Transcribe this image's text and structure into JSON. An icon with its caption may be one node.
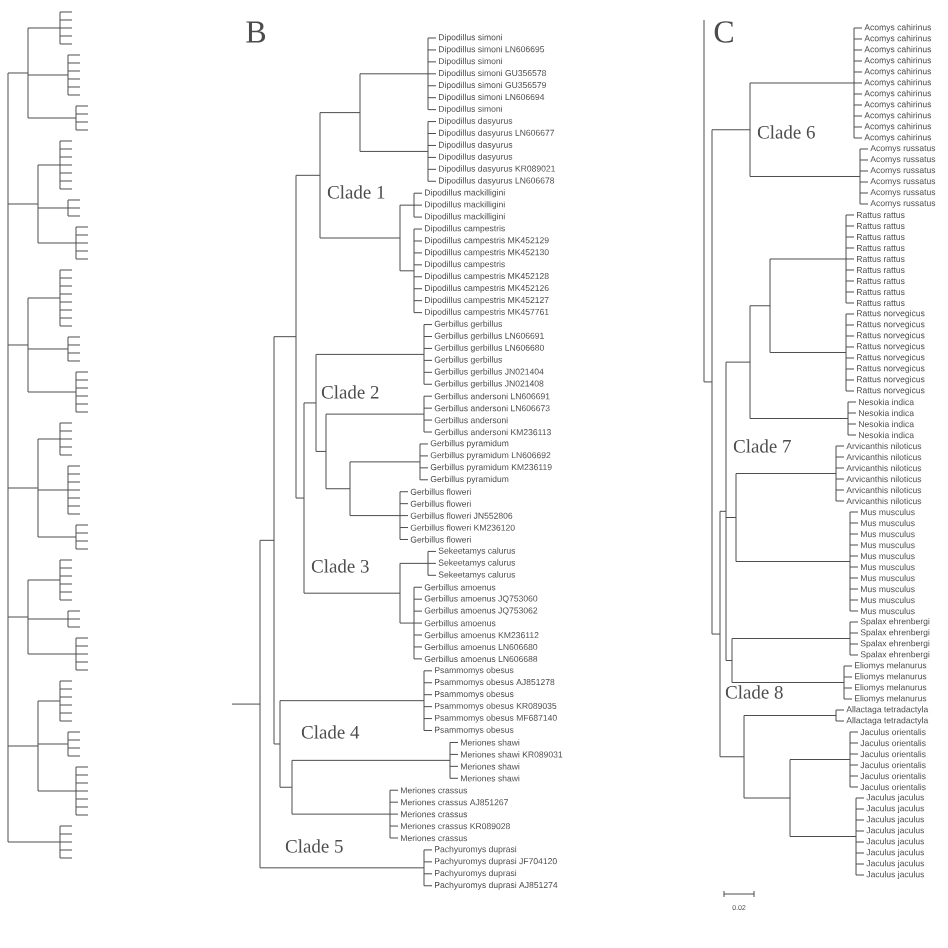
{
  "diagram": {
    "labels": [
      "B",
      "Dipodillus simoni",
      "Dipodillus simoni LN606695",
      "Dipodillus simoni",
      "Dipodillus simoni GU356578",
      "Dipodillus simoni GU356579",
      "Dipodillus simoni LN606694",
      "Dipodillus simoni",
      "Dipodillus dasyurus",
      "Dipodillus dasyurus LN606677",
      "Dipodillus dasyurus",
      "Dipodillus dasyurus",
      "Dipodillus dasyurus KR089021",
      "Dipodillus dasyurus LN606678",
      "Dipodillus mackilligini",
      "Dipodillus mackilligini",
      "Dipodillus mackilligini",
      "Dipodillus campestris",
      "Dipodillus campestris MK452129",
      "Dipodillus campestris MK452130",
      "Dipodillus campestris",
      "Dipodillus campestris MK452128",
      "Dipodillus campestris MK452126",
      "Dipodillus campestris MK452127",
      "Dipodillus campestris MK457761",
      "Gerbillus gerbillus",
      "Gerbillus gerbillus LN606691",
      "Gerbillus gerbillus LN606680",
      "Gerbillus gerbillus",
      "Gerbillus gerbillus JN021404",
      "Gerbillus gerbillus JN021408",
      "Gerbillus andersoni LN606691",
      "Gerbillus andersoni LN606673",
      "Gerbillus andersoni",
      "Gerbillus andersoni KM236113",
      "Gerbillus pyramidum",
      "Gerbillus pyramidum LN606692",
      "Gerbillus pyramidum KM236119",
      "Gerbillus pyramidum",
      "Gerbillus floweri",
      "Gerbillus floweri",
      "Gerbillus floweri JN552806",
      "Gerbillus floweri KM236120",
      "Gerbillus floweri",
      "Sekeetamys calurus",
      "Sekeetamys calurus",
      "Sekeetamys calurus",
      "Gerbillus amoenus",
      "Gerbillus amoenus JQ753060",
      "Gerbillus amoenus JQ753062",
      "Gerbillus amoenus",
      "Gerbillus amoenus KM236112",
      "Gerbillus amoenus LN606680",
      "Gerbillus amoenus LN606688",
      "Psammomys obesus",
      "Psammomys obesus AJ851278",
      "Psammomys obesus",
      "Psammomys obesus KR089035",
      "Psammomys obesus MF687140",
      "Psammomys obesus",
      "Meriones shawi",
      "Meriones shawi KR089031",
      "Meriones shawi",
      "Meriones shawi",
      "Meriones crassus",
      "Meriones crassus AJ851267",
      "Meriones crassus",
      "Meriones crassus KR089028",
      "Meriones crassus",
      "Pachyuromys duprasi",
      "Pachyuromys duprasi JF704120",
      "Pachyuromys duprasi",
      "Pachyuromys duprasi AJ851274",
      "Clade 1",
      "Clade 2",
      "Clade 3",
      "Clade 4",
      "Clade 5",
      "C",
      "Acomys cahirinus",
      "Acomys cahirinus",
      "Acomys cahirinus",
      "Acomys cahirinus",
      "Acomys cahirinus",
      "Acomys cahirinus",
      "Acomys cahirinus",
      "Acomys cahirinus",
      "Acomys cahirinus",
      "Acomys cahirinus",
      "Acomys cahirinus",
      "Acomys russatus",
      "Acomys russatus",
      "Acomys russatus",
      "Acomys russatus",
      "Acomys russatus",
      "Acomys russatus",
      "Rattus rattus",
      "Rattus rattus",
      "Rattus rattus",
      "Rattus rattus",
      "Rattus rattus",
      "Rattus rattus",
      "Rattus rattus",
      "Rattus rattus",
      "Rattus rattus",
      "Rattus norvegicus",
      "Rattus norvegicus",
      "Rattus norvegicus",
      "Rattus norvegicus",
      "Rattus norvegicus",
      "Rattus norvegicus",
      "Rattus norvegicus",
      "Rattus norvegicus",
      "Nesokia indica",
      "Nesokia indica",
      "Nesokia indica",
      "Nesokia indica",
      "Arvicanthis niloticus",
      "Arvicanthis niloticus",
      "Arvicanthis niloticus",
      "Arvicanthis niloticus",
      "Arvicanthis niloticus",
      "Arvicanthis niloticus",
      "Mus musculus",
      "Mus musculus",
      "Mus musculus",
      "Mus musculus",
      "Mus musculus",
      "Mus musculus",
      "Mus musculus",
      "Mus musculus",
      "Mus musculus",
      "Mus musculus",
      "Spalax ehrenbergi",
      "Spalax ehrenbergi",
      "Spalax ehrenbergi",
      "Spalax ehrenbergi",
      "Eliomys melanurus",
      "Eliomys melanurus",
      "Eliomys melanurus",
      "Eliomys melanurus",
      "Allactaga tetradactyla",
      "Allactaga tetradactyla",
      "Jaculus orientalis",
      "Jaculus orientalis",
      "Jaculus orientalis",
      "Jaculus orientalis",
      "Jaculus orientalis",
      "Jaculus orientalis",
      "Jaculus jaculus",
      "Jaculus jaculus",
      "Jaculus jaculus",
      "Jaculus jaculus",
      "Jaculus jaculus",
      "Jaculus jaculus",
      "Jaculus jaculus",
      "Jaculus jaculus",
      "Clade 6",
      "Clade 7",
      "Clade 8",
      "0.02"
    ]
  }
}
